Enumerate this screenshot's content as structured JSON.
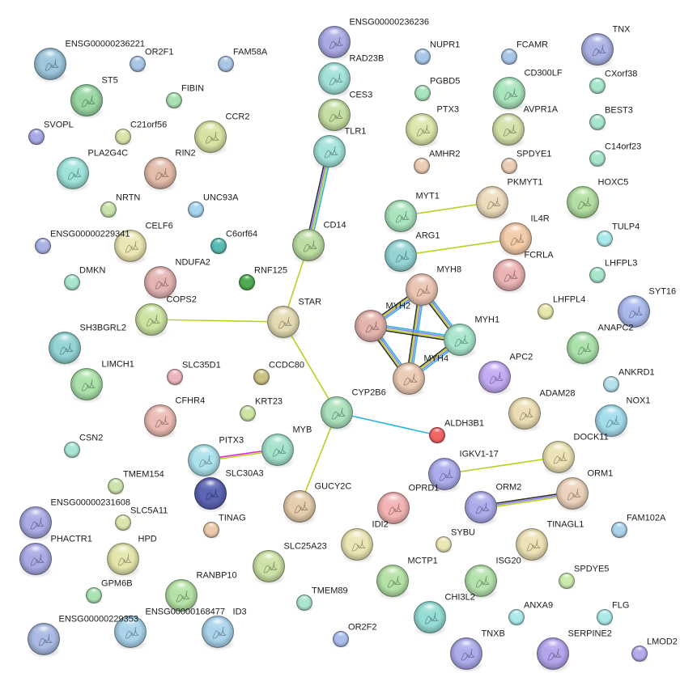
{
  "channel_colors": {
    "database": "#2db4e0",
    "experiments": "#8a7cf0",
    "textmining": "#b6d11e",
    "coexpression": "#333333",
    "cooccurrence": "#e020d8"
  },
  "nodes": [
    {
      "id": "ENSG00000236221",
      "color": "#9cc6dc",
      "big": true
    },
    {
      "id": "OR2F1",
      "color": "#a9c6e6",
      "big": false
    },
    {
      "id": "FAM58A",
      "color": "#a9c6e6",
      "big": false
    },
    {
      "id": "ST5",
      "color": "#98d6a2",
      "big": true
    },
    {
      "id": "FIBIN",
      "color": "#a8e0b4",
      "big": false
    },
    {
      "id": "CCR2",
      "color": "#d8e2a2",
      "big": true
    },
    {
      "id": "SVOPL",
      "color": "#a8a8e4",
      "big": false
    },
    {
      "id": "C21orf56",
      "color": "#d8e4aa",
      "big": false
    },
    {
      "id": "PLA2G4C",
      "color": "#9ee2da",
      "big": true
    },
    {
      "id": "RIN2",
      "color": "#e4bcaa",
      "big": true
    },
    {
      "id": "NRTN",
      "color": "#c8e4aa",
      "big": false
    },
    {
      "id": "UNC93A",
      "color": "#a8d4f0",
      "big": false
    },
    {
      "id": "CELF6",
      "color": "#ece6b2",
      "big": true
    },
    {
      "id": "ENSG00000229341",
      "color": "#a8b2e4",
      "big": false
    },
    {
      "id": "C6orf64",
      "color": "#58bcb4",
      "big": false
    },
    {
      "id": "NDUFA2",
      "color": "#e4b4b2",
      "big": true
    },
    {
      "id": "DMKN",
      "color": "#a8e4cc",
      "big": false
    },
    {
      "id": "RNF125",
      "color": "#50aa52",
      "big": false
    },
    {
      "id": "COPS2",
      "color": "#cce4a2",
      "big": true
    },
    {
      "id": "STAR",
      "color": "#e4dab2",
      "big": true
    },
    {
      "id": "CD14",
      "color": "#bcdca2",
      "big": true
    },
    {
      "id": "SH3BGRL2",
      "color": "#94d4d4",
      "big": true
    },
    {
      "id": "ENSG00000236236",
      "color": "#aaaae4",
      "big": true
    },
    {
      "id": "RAD23B",
      "color": "#a2e2da",
      "big": true
    },
    {
      "id": "CES3",
      "color": "#c4dea2",
      "big": true
    },
    {
      "id": "TLR1",
      "color": "#a2e2da",
      "big": true
    },
    {
      "id": "NUPR1",
      "color": "#a9c6e8",
      "big": false
    },
    {
      "id": "FCAMR",
      "color": "#a9c6e8",
      "big": false
    },
    {
      "id": "TNX",
      "color": "#aab2e4",
      "big": true
    },
    {
      "id": "PGBD5",
      "color": "#a8e4bc",
      "big": false
    },
    {
      "id": "CD300LF",
      "color": "#a8e4bc",
      "big": true
    },
    {
      "id": "CXorf38",
      "color": "#a8e6cc",
      "big": false
    },
    {
      "id": "PTX3",
      "color": "#dce6aa",
      "big": true
    },
    {
      "id": "AVPR1A",
      "color": "#d4e2aa",
      "big": true
    },
    {
      "id": "BEST3",
      "color": "#a8e6cc",
      "big": false
    },
    {
      "id": "AMHR2",
      "color": "#ecccb4",
      "big": false
    },
    {
      "id": "SPDYE1",
      "color": "#ecccb4",
      "big": false
    },
    {
      "id": "C14orf23",
      "color": "#a8e6cc",
      "big": false
    },
    {
      "id": "PKMYT1",
      "color": "#ecdcbc",
      "big": true
    },
    {
      "id": "HOXC5",
      "color": "#b2dea2",
      "big": true
    },
    {
      "id": "MYT1",
      "color": "#a8e4bc",
      "big": true
    },
    {
      "id": "IL4R",
      "color": "#f4ccaa",
      "big": true
    },
    {
      "id": "TULP4",
      "color": "#aaeaea",
      "big": false
    },
    {
      "id": "ARG1",
      "color": "#94d4d4",
      "big": true
    },
    {
      "id": "FCRLA",
      "color": "#ecb4b4",
      "big": true
    },
    {
      "id": "LHFPL3",
      "color": "#a8e6cc",
      "big": false
    },
    {
      "id": "MYH8",
      "color": "#ecc4b4",
      "big": true
    },
    {
      "id": "LHFPL4",
      "color": "#e4e6aa",
      "big": false
    },
    {
      "id": "SYT16",
      "color": "#aabaec",
      "big": true
    },
    {
      "id": "MYH2",
      "color": "#e4b4ac",
      "big": true
    },
    {
      "id": "MYH1",
      "color": "#a8e6cc",
      "big": true
    },
    {
      "id": "ANAPC2",
      "color": "#aae2aa",
      "big": true
    },
    {
      "id": "LIMCH1",
      "color": "#aae2aa",
      "big": true
    },
    {
      "id": "SLC35D1",
      "color": "#ecb4bc",
      "big": false
    },
    {
      "id": "CCDC80",
      "color": "#cac284",
      "big": false
    },
    {
      "id": "CFHR4",
      "color": "#ecbcb4",
      "big": true
    },
    {
      "id": "KRT23",
      "color": "#cce6a4",
      "big": false
    },
    {
      "id": "CSN2",
      "color": "#aae4d4",
      "big": false
    },
    {
      "id": "MYB",
      "color": "#a4e2cc",
      "big": true
    },
    {
      "id": "PITX3",
      "color": "#ace2ec",
      "big": true
    },
    {
      "id": "TMEM154",
      "color": "#cce4ac",
      "big": false
    },
    {
      "id": "SLC30A3",
      "color": "#5c64b4",
      "big": true
    },
    {
      "id": "ENSG00000231608",
      "color": "#aaaae4",
      "big": true
    },
    {
      "id": "SLC5A11",
      "color": "#dce6ac",
      "big": false
    },
    {
      "id": "TINAG",
      "color": "#eccaac",
      "big": false
    },
    {
      "id": "GUCY2C",
      "color": "#e4ccac",
      "big": true
    },
    {
      "id": "PHACTR1",
      "color": "#aaaae4",
      "big": true
    },
    {
      "id": "HPD",
      "color": "#e4e6ac",
      "big": true
    },
    {
      "id": "SLC25A23",
      "color": "#cce2a4",
      "big": true
    },
    {
      "id": "GPM6B",
      "color": "#aae2b4",
      "big": false
    },
    {
      "id": "RANBP10",
      "color": "#b4e2a4",
      "big": true
    },
    {
      "id": "TMEM89",
      "color": "#aae6cc",
      "big": false
    },
    {
      "id": "ENSG00000229353",
      "color": "#aabae4",
      "big": true
    },
    {
      "id": "ENSG00000168477",
      "color": "#aad4ec",
      "big": true
    },
    {
      "id": "ID3",
      "color": "#aad4ec",
      "big": true
    },
    {
      "id": "CYP2B6",
      "color": "#aae2bc",
      "big": true
    },
    {
      "id": "MYH4",
      "color": "#eccab4",
      "big": true
    },
    {
      "id": "APC2",
      "color": "#c4acf4",
      "big": true
    },
    {
      "id": "ANKRD1",
      "color": "#b4e2ec",
      "big": false
    },
    {
      "id": "ADAM28",
      "color": "#ecdeb4",
      "big": true
    },
    {
      "id": "NOX1",
      "color": "#a4dcec",
      "big": true
    },
    {
      "id": "ALDH3B1",
      "color": "#f06464",
      "big": false
    },
    {
      "id": "DOCK11",
      "color": "#ece2b4",
      "big": true
    },
    {
      "id": "IGKV1-17",
      "color": "#acacec",
      "big": true
    },
    {
      "id": "ORM1",
      "color": "#ecd2bc",
      "big": true
    },
    {
      "id": "OPRD1",
      "color": "#f4b4b4",
      "big": true
    },
    {
      "id": "ORM2",
      "color": "#acacec",
      "big": true
    },
    {
      "id": "IDI2",
      "color": "#ece6b4",
      "big": true
    },
    {
      "id": "FAM102A",
      "color": "#acd4ec",
      "big": false
    },
    {
      "id": "SYBU",
      "color": "#ece6b4",
      "big": false
    },
    {
      "id": "TINAGL1",
      "color": "#ece2b4",
      "big": true
    },
    {
      "id": "MCTP1",
      "color": "#b4e2a4",
      "big": true
    },
    {
      "id": "ISG20",
      "color": "#b4e2ac",
      "big": true
    },
    {
      "id": "SPDYE5",
      "color": "#cceaac",
      "big": false
    },
    {
      "id": "CHI3L2",
      "color": "#94dcd4",
      "big": true
    },
    {
      "id": "ANXA9",
      "color": "#aceaea",
      "big": false
    },
    {
      "id": "FLG",
      "color": "#aceaea",
      "big": false
    },
    {
      "id": "OR2F2",
      "color": "#acbcec",
      "big": false
    },
    {
      "id": "TNXB",
      "color": "#acacec",
      "big": true
    },
    {
      "id": "SERPINE2",
      "color": "#b4a4ec",
      "big": true
    },
    {
      "id": "LMOD2",
      "color": "#b4acec",
      "big": false
    }
  ],
  "edges": [
    {
      "a": "TLR1",
      "b": "CD14",
      "channels": [
        "database",
        "textmining",
        "experiments",
        "coexpression"
      ]
    },
    {
      "a": "CD14",
      "b": "STAR",
      "channels": [
        "textmining"
      ]
    },
    {
      "a": "COPS2",
      "b": "STAR",
      "channels": [
        "textmining"
      ]
    },
    {
      "a": "STAR",
      "b": "CYP2B6",
      "channels": [
        "textmining"
      ]
    },
    {
      "a": "CYP2B6",
      "b": "GUCY2C",
      "channels": [
        "textmining"
      ]
    },
    {
      "a": "CYP2B6",
      "b": "ALDH3B1",
      "channels": [
        "database"
      ]
    },
    {
      "a": "PITX3",
      "b": "MYB",
      "channels": [
        "cooccurrence",
        "textmining"
      ]
    },
    {
      "a": "MYT1",
      "b": "PKMYT1",
      "channels": [
        "textmining"
      ]
    },
    {
      "a": "ARG1",
      "b": "IL4R",
      "channels": [
        "textmining"
      ]
    },
    {
      "a": "IGKV1-17",
      "b": "DOCK11",
      "channels": [
        "textmining"
      ]
    },
    {
      "a": "ORM2",
      "b": "ORM1",
      "channels": [
        "coexpression",
        "experiments",
        "textmining"
      ]
    },
    {
      "a": "MYH8",
      "b": "MYH2",
      "channels": [
        "database",
        "experiments",
        "textmining",
        "coexpression"
      ]
    },
    {
      "a": "MYH8",
      "b": "MYH1",
      "channels": [
        "database",
        "experiments",
        "textmining",
        "coexpression"
      ]
    },
    {
      "a": "MYH8",
      "b": "MYH4",
      "channels": [
        "database",
        "experiments",
        "textmining",
        "coexpression"
      ]
    },
    {
      "a": "MYH2",
      "b": "MYH1",
      "channels": [
        "database",
        "experiments",
        "textmining",
        "coexpression"
      ]
    },
    {
      "a": "MYH2",
      "b": "MYH4",
      "channels": [
        "database",
        "experiments",
        "textmining",
        "coexpression"
      ]
    },
    {
      "a": "MYH1",
      "b": "MYH4",
      "channels": [
        "database",
        "experiments",
        "textmining",
        "coexpression"
      ]
    }
  ]
}
